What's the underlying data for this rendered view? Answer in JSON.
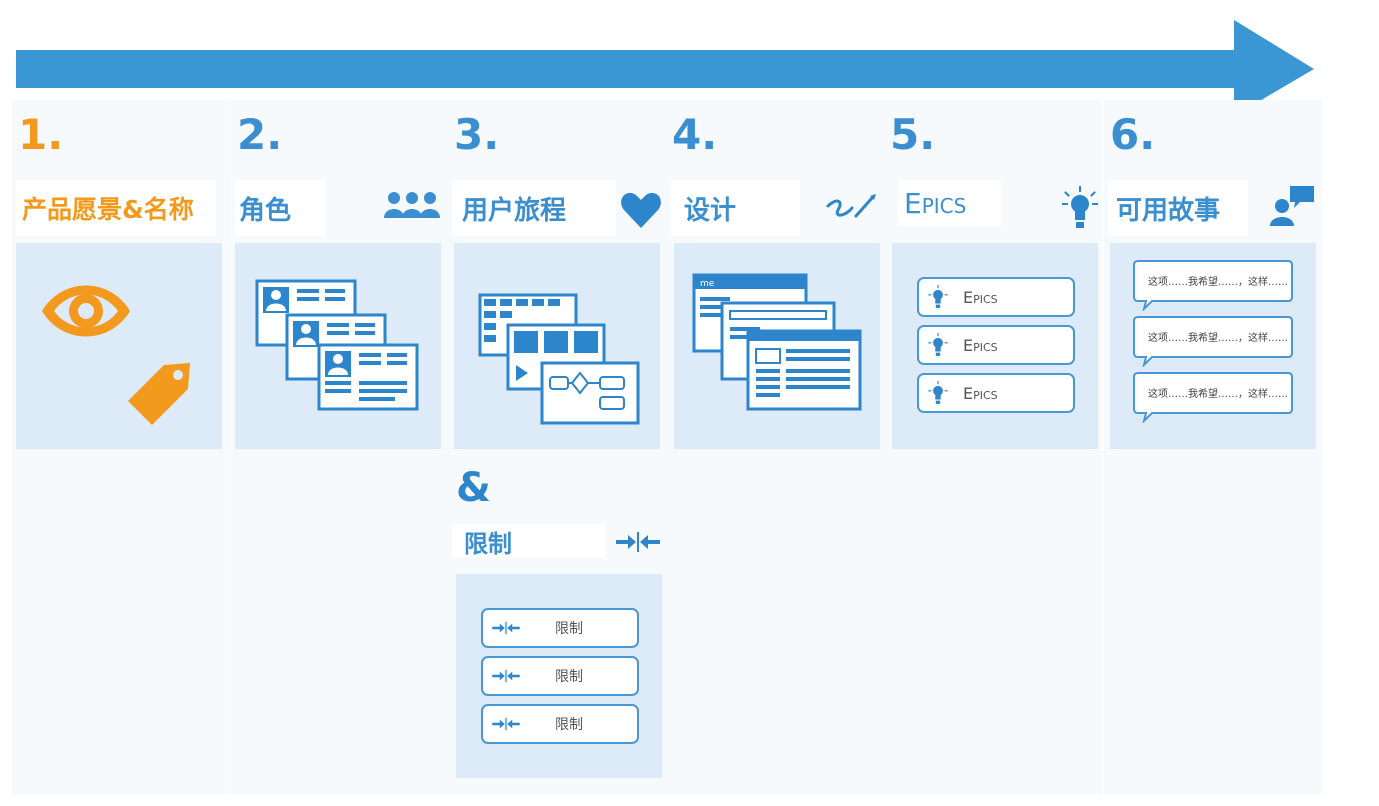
{
  "colors": {
    "blue": "#3b8fd0",
    "orange": "#f39a1e",
    "panel": "#dcebf7",
    "column": "#f6fafd"
  },
  "steps": [
    {
      "number": "1.",
      "title": "产品愿景&名称",
      "icons": [
        "eye-icon",
        "tag-icon"
      ]
    },
    {
      "number": "2.",
      "title": "角色",
      "icon": "people-icon"
    },
    {
      "number": "3.",
      "title": "用户旅程",
      "icon": "heart-icon"
    },
    {
      "number": "4.",
      "title": "设计",
      "icon": "pen-icon",
      "logo_text": "me"
    },
    {
      "number": "5.",
      "title": "Epics",
      "icon": "lightbulb-icon",
      "cards": [
        "Epics",
        "Epics",
        "Epics"
      ]
    },
    {
      "number": "6.",
      "title": "可用故事",
      "icon": "chat-icon",
      "stories": [
        "这项……我希望……，这样……",
        "这项……我希望……，这样……",
        "这项……我希望……，这样……"
      ]
    }
  ],
  "constraints": {
    "ampersand": "&",
    "title": "限制",
    "icon": "constraint-icon",
    "cards": [
      "限制",
      "限制",
      "限制"
    ]
  }
}
